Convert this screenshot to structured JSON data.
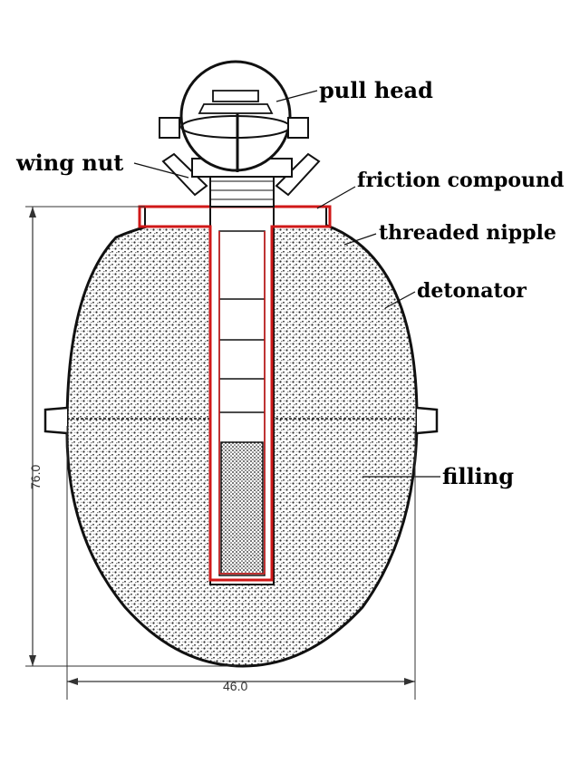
{
  "labels": {
    "pull_head": "pull head",
    "wing_nut": "wing nut",
    "friction_compound": "friction compound",
    "threaded_nipple": "threaded nipple",
    "detonator": "detonator",
    "filling": "filling"
  },
  "dimensions": {
    "height": "76.0",
    "width": "46.0"
  },
  "colors": {
    "outline": "#111111",
    "highlight": "#d01818",
    "stipple": "#2a2a2a",
    "background": "#ffffff"
  }
}
